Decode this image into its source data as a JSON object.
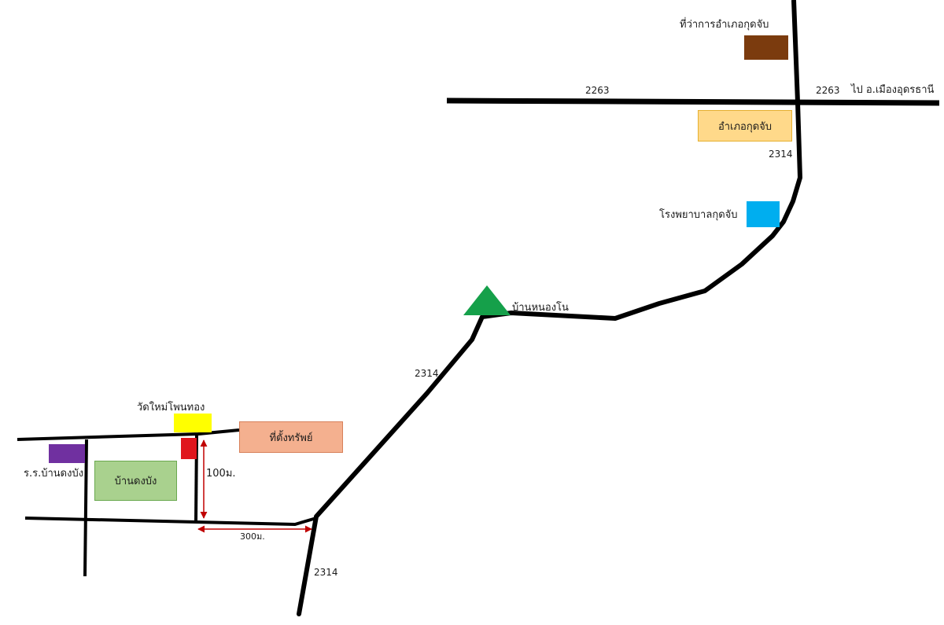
{
  "map": {
    "roads": [
      {
        "name": "road-2263",
        "label": "2263"
      },
      {
        "name": "road-2314",
        "label": "2314"
      }
    ],
    "labels": {
      "district_office": "ที่ว่าการอำเภอกุดจับ",
      "road_2263_west": "2263",
      "road_2263_east": "2263",
      "to_udon": "ไป อ.เมืองอุดรธานี",
      "district": "อำเภอกุดจับ",
      "road_2314_north": "2314",
      "hospital": "โรงพยาบาลกุดจับ",
      "village_nong_no": "บ้านหนองโน",
      "road_2314_mid": "2314",
      "temple": "วัดใหม่โพนทอง",
      "property": "ที่ตั้งทรัพย์",
      "school": "ร.ร.บ้านดงบัง",
      "village_dong_bang": "บ้านดงบัง",
      "distance_100": "100ม.",
      "distance_300": "300ม.",
      "road_2314_south": "2314"
    },
    "colors": {
      "road": "#000000",
      "district_office": "#7b3b0e",
      "district_box_fill": "#ffd98a",
      "district_box_border": "#e6b030",
      "hospital": "#00aeef",
      "village_marker": "#15a04a",
      "temple": "#ffff00",
      "property_marker": "#e0161d",
      "property_box_fill": "#f4b08f",
      "property_box_border": "#d7805a",
      "school": "#7030a0",
      "village_box_fill": "#a9d18e",
      "village_box_border": "#6aa84f",
      "distance_arrow": "#c00000"
    }
  }
}
